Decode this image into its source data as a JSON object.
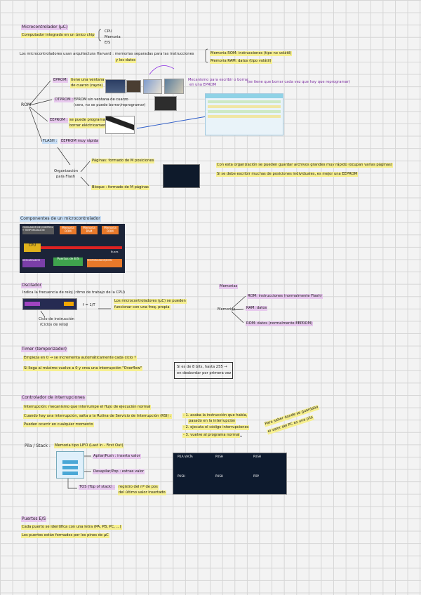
{
  "micro": {
    "title": "Microcontrolador (µC)",
    "def": "Computador integrado en un único chip",
    "parts": [
      "CPU",
      "Memoria",
      "E/S"
    ],
    "harvard": "Los microcontroladores usan arquitectura Harvard : memorias separadas para las instrucciones",
    "harvard2": "y los datos",
    "mem1": "Memoria ROM: instrucciones (tipo no volátil)",
    "mem2": "Memoria RAM: datos (tipo volátil)"
  },
  "rom": {
    "label": "ROM",
    "eprom": "EPROM:",
    "eprom_desc": "tiene una ventana",
    "eprom_desc2": "de cuarzo (rayos)",
    "mech": "Mecanismo para escribir o borrar",
    "mech2": "en una EPROM",
    "mech_note": "(se tiene que borrar cada vez que hay que reprogramar)",
    "otprom": "OTPROM :",
    "otprom_desc": "EPROM sin ventana de cuarzo",
    "otprom_desc2": "(cero, no se puede borrar/reprogramar)",
    "eeprom": "EEPROM :",
    "eeprom_desc": "se puede programar y",
    "eeprom_desc2": "borrar eléctricamente",
    "flash": "FLASH :",
    "flash_desc": "EEPROM muy rápida",
    "org": "Organización",
    "org2": "para Flash",
    "pag": "Páginas: formado de M posiciones",
    "blq": "Bloque : formado de M páginas",
    "flash_note": "Con esta organización se pueden guardar archivos grandes muy rápido (ocupan varias páginas)",
    "flash_note2": "Si se debe escribir muchas de posiciones individuales, es mejor una EEPROM"
  },
  "comp": {
    "title": "Componentes de un microcontrolador",
    "osc": "OSCILADOR DE CONTROL Y TEMPORIZACIÓN",
    "m1": "Memoria ROM",
    "m2": "Memoria RAM",
    "m3": "Memoria ROM",
    "cpu": "CPU",
    "bus": "Buses",
    "des": "DESCARGADOR",
    "es": "Puertos de E/S",
    "tmp": "TEMPORIZADOR/EVEN"
  },
  "osc": {
    "title": "Oscilador",
    "desc": "Indica la frecuencia de reloj (ritmo de trabajo de la CPU)",
    "f": "f = 1/T",
    "desc2": "Los microcontroladores (µC) se pueden",
    "desc3": "funcionar con una freq. propia",
    "cycle": "Ciclo de instrucción",
    "cycle2": "(Ciclos de reloj)"
  },
  "memorias": {
    "title": "Memorias",
    "label": "Memorias",
    "a": "ROM: instrucciones (normalmente Flash)",
    "b": "RAM: datos",
    "c": "ROM: datos (normalmente EEPROM)"
  },
  "timer": {
    "title": "Timer (temporizador)",
    "a": "Empieza en 0  → se incrementa automáticamente cada ciclo ?",
    "b": "Si llega al máximo vuelve a 0 y crea una interrupción \"Overflow\"",
    "note": "Si es de 8 bits, hasta 255 →",
    "note2": "en desbordar por primera vez"
  },
  "int": {
    "title": "Controlador de interrupciones",
    "a": "Interrupción: mecanismo que interrumpe el flujo de ejecución normal",
    "b": "Cuando hay una interrupción, salta a la Rutina de Servicio de Interrupción (RSI) :",
    "b1": "- 1. acaba la instrucción que había,",
    "b1b": "pasado en la interrupción",
    "b2": "- 2. ejecuta el código interrupciones",
    "b3": "- 3. vuelve al programa normal",
    "c": "Pueden ocurrir en cualquier momento",
    "side": "Para saber donde se guardaba",
    "side2": "el valor del PC es una pila"
  },
  "pila": {
    "title": "Pila / Stack :",
    "tipo": "Memoria tipo LIFO (Last In - First Out)",
    "push": "Apilar/Push : inserta valor",
    "pop": "Desapilar/Pop : extrae valor",
    "tos": "TOS (Top of stack) :",
    "tos2": "registro del nº de pos",
    "tos3": "del último valor insertado",
    "tiles": [
      "PILA VACÍA",
      "PUSH",
      "PUSH",
      "PUSH",
      "PUSH",
      "POP"
    ]
  },
  "ports": {
    "title": "Puertos E/S",
    "a": "Cada puerto se identifica con una letra (PA, PB, PC, ...)",
    "b": "Los puertos están formados por los pines de µC"
  }
}
